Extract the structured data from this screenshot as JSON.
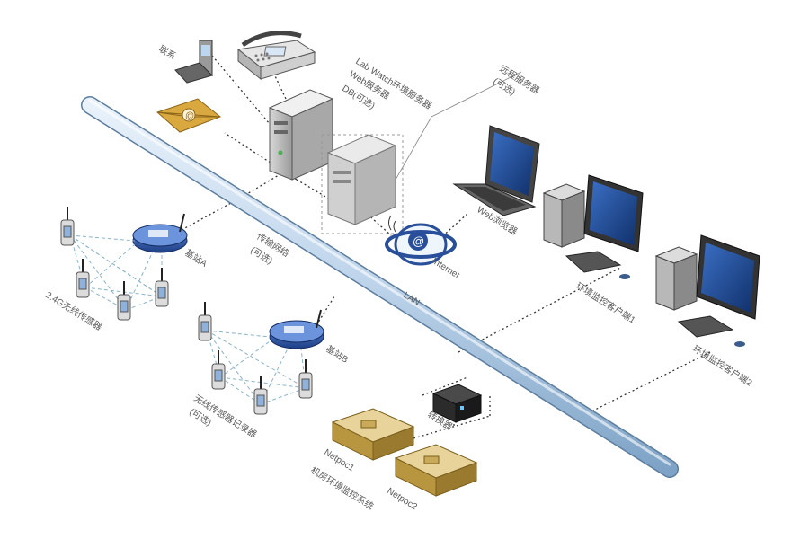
{
  "labels": {
    "phone": "联系",
    "lab_watch": "Lab Watch环境服务器",
    "web_server": "Web服务器",
    "db_server_optional": "DB(可选)",
    "remote_server": "远程服务器",
    "remote_optional": "(可选)",
    "web_browser": "Web浏览器",
    "internet": "Internet",
    "base_a": "基站A",
    "base_b": "基站B",
    "wireless_a": "2.4G无线传感器",
    "wireless_b1": "无线传感器记录器",
    "wireless_b2": "(可选)",
    "mid1": "传输网络",
    "mid2": "(可选)",
    "lan": "LAN",
    "monitor1": "环境监控客户端1",
    "monitor2": "环境监控客户端2",
    "converter": "转换器",
    "netpoc1": "Netpoc1",
    "netpoc2": "Netpoc2",
    "bottom": "机房环境监控系统"
  },
  "colors": {
    "backbone": "#bcd3ea",
    "dotted": "#333333",
    "dashed": "#8ab3c9",
    "netpoc": "#c9a95a",
    "router": "#2a4f9a"
  }
}
